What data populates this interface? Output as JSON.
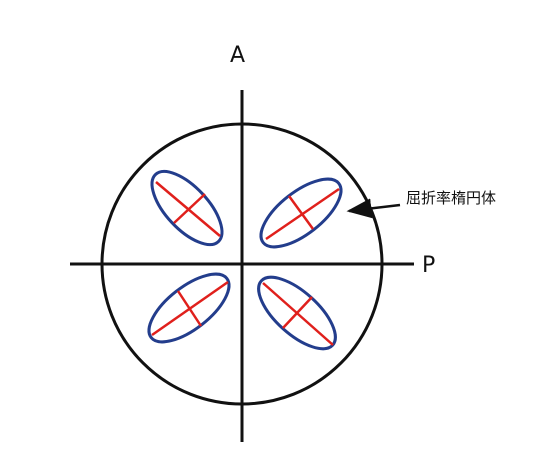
{
  "labels": {
    "axis_analyzer": "A",
    "axis_polarizer": "P",
    "indicatrix": "屈折率楕円体"
  },
  "colors": {
    "stroke": "#111111",
    "ellipse_outline": "#233d8c",
    "ellipse_axes": "#e0201c"
  }
}
